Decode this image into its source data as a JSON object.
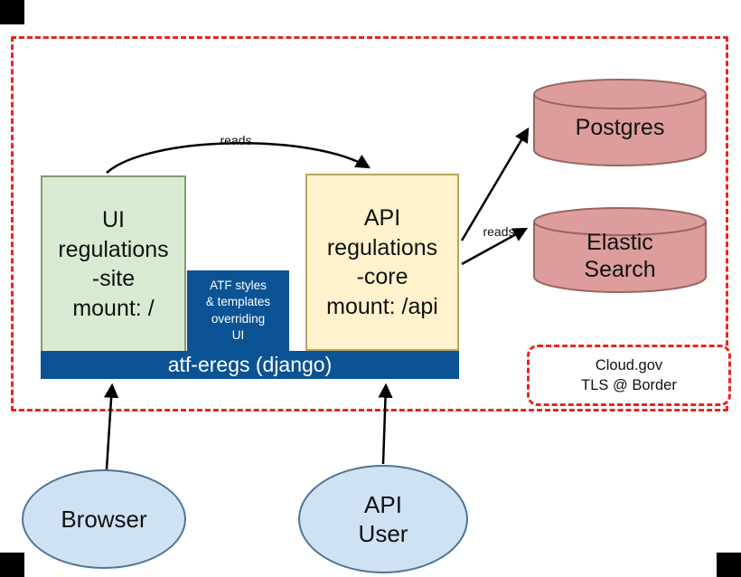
{
  "colors": {
    "green": "#d9ead3",
    "yellow": "#fff2cc",
    "blue": "#0b5394",
    "pink": "#dd9d9d",
    "light_blue": "#cfe2f3",
    "red": "#e8251f"
  },
  "nodes": {
    "ui_box": "UI\nregulations\n-site\nmount: /",
    "atf_styles_box": "ATF styles\n& templates\noverriding\nUI",
    "api_box": "API\nregulations\n-core\nmount: /api",
    "django_bar": "atf-eregs (django)",
    "postgres": "Postgres",
    "elastic_search": "Elastic\nSearch",
    "cloud_gov_note": "Cloud.gov\nTLS @ Border",
    "browser": "Browser",
    "api_user": "API\nUser"
  },
  "edges": {
    "ui_reads_api": "reads",
    "api_reads_datastores": "reads"
  }
}
